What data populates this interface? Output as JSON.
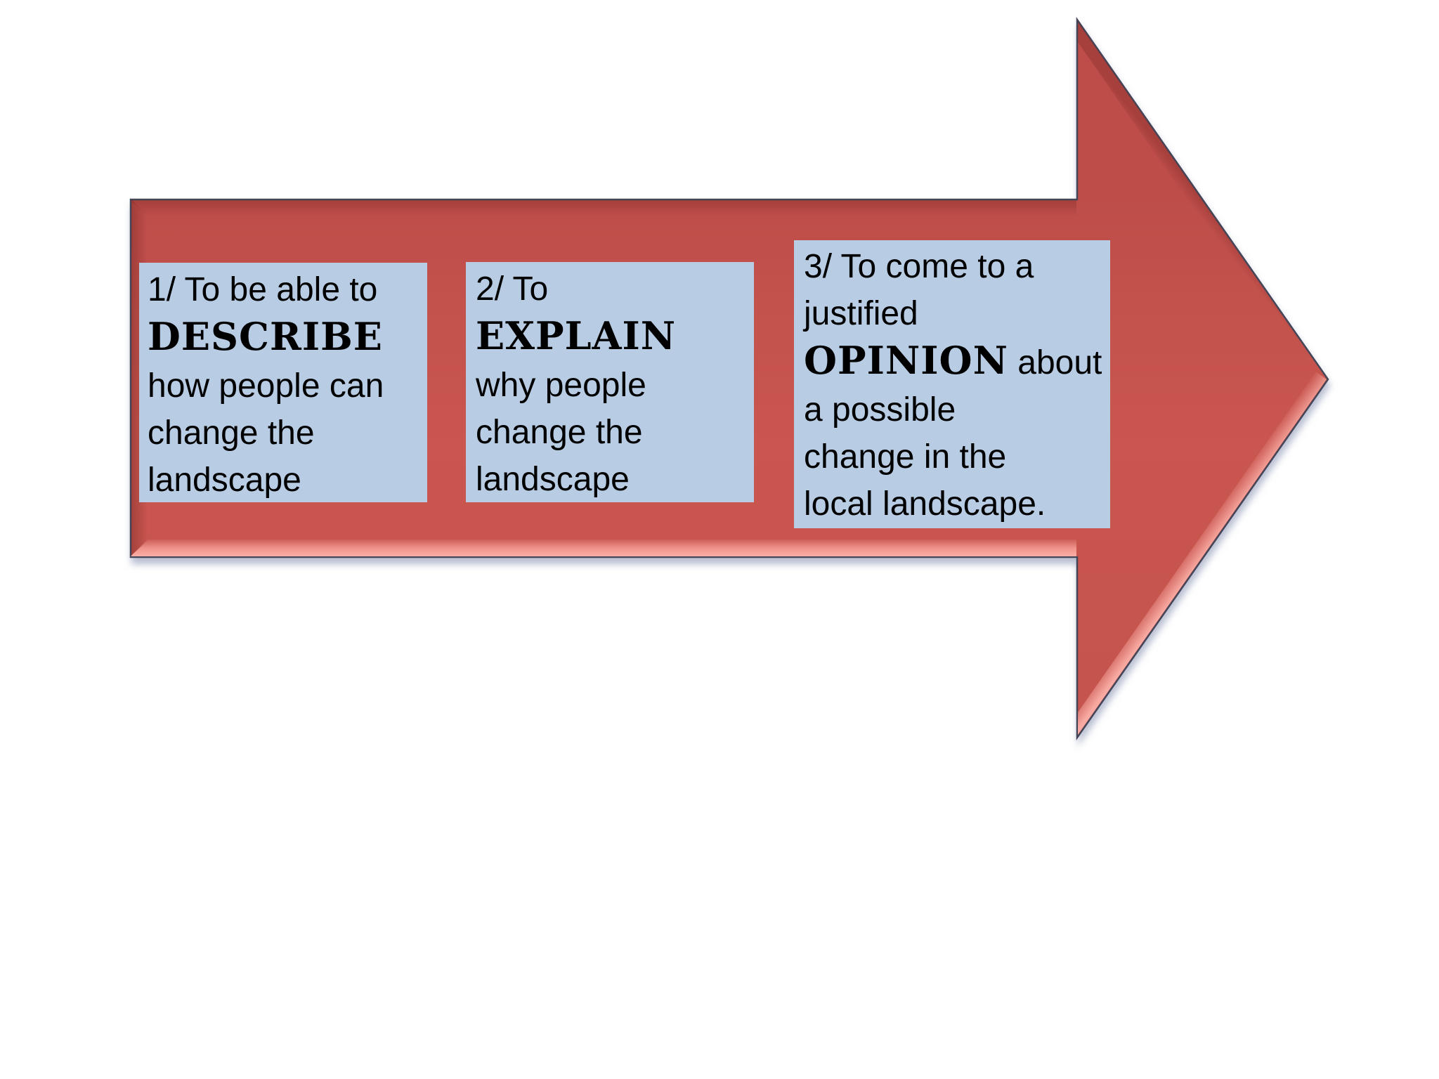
{
  "slide": {
    "description": "Red block arrow pointing right containing three lesson objective text boxes",
    "background": "#FFFFFF"
  },
  "colors": {
    "arrow_fill": "#C4534E",
    "arrow_fill_top": "#BE4E4A",
    "arrow_highlight": "#F9A39B",
    "arrow_outline": "#454559",
    "shadow_color": "#7E89AC",
    "box_bg": "#B8CCE4",
    "text_color": "#000000"
  },
  "boxes": [
    {
      "name": "objective-1",
      "segments": [
        {
          "text": "1/ To be able to",
          "style": "normal",
          "br": true
        },
        {
          "text": "DESCRIBE",
          "style": "stencil",
          "br": true
        },
        {
          "text": "how people can",
          "style": "normal",
          "br": true
        },
        {
          "text": "change the",
          "style": "normal",
          "br": true
        },
        {
          "text": "landscape",
          "style": "normal",
          "br": false
        }
      ]
    },
    {
      "name": "objective-2",
      "segments": [
        {
          "text": "2/ To",
          "style": "normal",
          "br": true
        },
        {
          "text": "EXPLAIN",
          "style": "stencil",
          "br": true
        },
        {
          "text": "why people",
          "style": "normal",
          "br": true
        },
        {
          "text": "change the",
          "style": "normal",
          "br": true
        },
        {
          "text": "landscape",
          "style": "normal",
          "br": false
        }
      ]
    },
    {
      "name": "objective-3",
      "segments": [
        {
          "text": "3/ To come to a",
          "style": "normal",
          "br": true
        },
        {
          "text": "justified",
          "style": "normal",
          "br": true
        },
        {
          "text": "OPINION",
          "style": "stencil",
          "br": false
        },
        {
          "text": " about",
          "style": "normal",
          "br": true
        },
        {
          "text": "a possible",
          "style": "normal",
          "br": true
        },
        {
          "text": "change in the",
          "style": "normal",
          "br": true
        },
        {
          "text": "local landscape.",
          "style": "normal",
          "br": false
        }
      ]
    }
  ]
}
